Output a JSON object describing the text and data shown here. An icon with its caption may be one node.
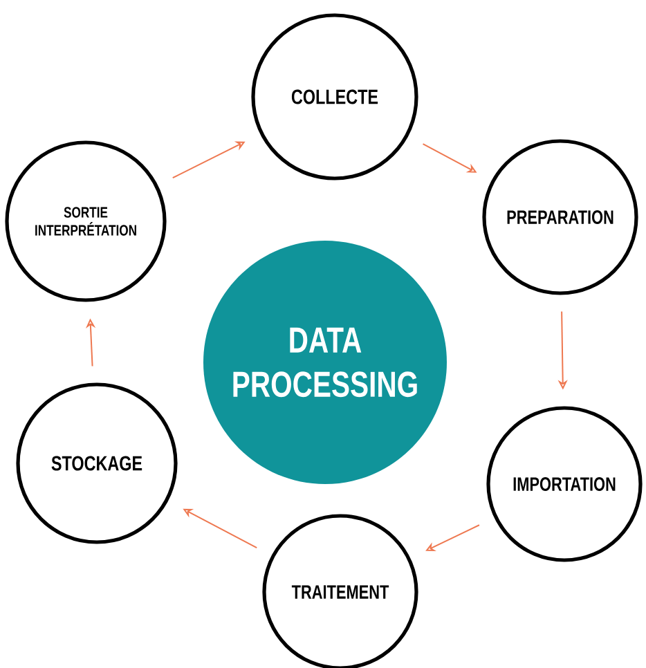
{
  "diagram": {
    "nodes": [
      {
        "text": [
          "COLLECTE"
        ]
      },
      {
        "text": [
          "PREPARATION"
        ]
      },
      {
        "text": [
          "IMPORTATION"
        ]
      },
      {
        "text": [
          "TRAITEMENT"
        ]
      },
      {
        "text": [
          "STOCKAGE"
        ]
      },
      {
        "text": [
          "SORTIE INTERPRÉTATION"
        ]
      },
      {
        "text": [
          "DATA PROCESSING"
        ]
      }
    ],
    "edges": [
      {
        "from": 0,
        "to": 1,
        "arrow": "to"
      },
      {
        "from": 1,
        "to": 2,
        "arrow": "to"
      },
      {
        "from": 2,
        "to": 3,
        "arrow": "to"
      },
      {
        "from": 3,
        "to": 4,
        "arrow": "to"
      },
      {
        "from": 4,
        "to": 5,
        "arrow": "to"
      },
      {
        "from": 5,
        "to": 0,
        "arrow": "to"
      }
    ]
  }
}
